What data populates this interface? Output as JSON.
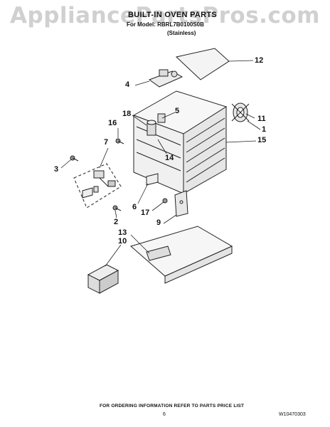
{
  "watermark": "AppliancePartsPros.com",
  "header": {
    "title": "BUILT-IN OVEN PARTS",
    "subtitle": "For Model: RBRL7B0100S0B",
    "finish": "(Stainless)"
  },
  "callouts": [
    "1",
    "2",
    "3",
    "4",
    "5",
    "6",
    "7",
    "9",
    "10",
    "11",
    "12",
    "13",
    "14",
    "15",
    "16",
    "17",
    "18"
  ],
  "footer": {
    "ordering_info": "FOR ORDERING INFORMATION REFER TO PARTS PRICE LIST",
    "page_number": "6",
    "doc_number": "W10470303"
  }
}
